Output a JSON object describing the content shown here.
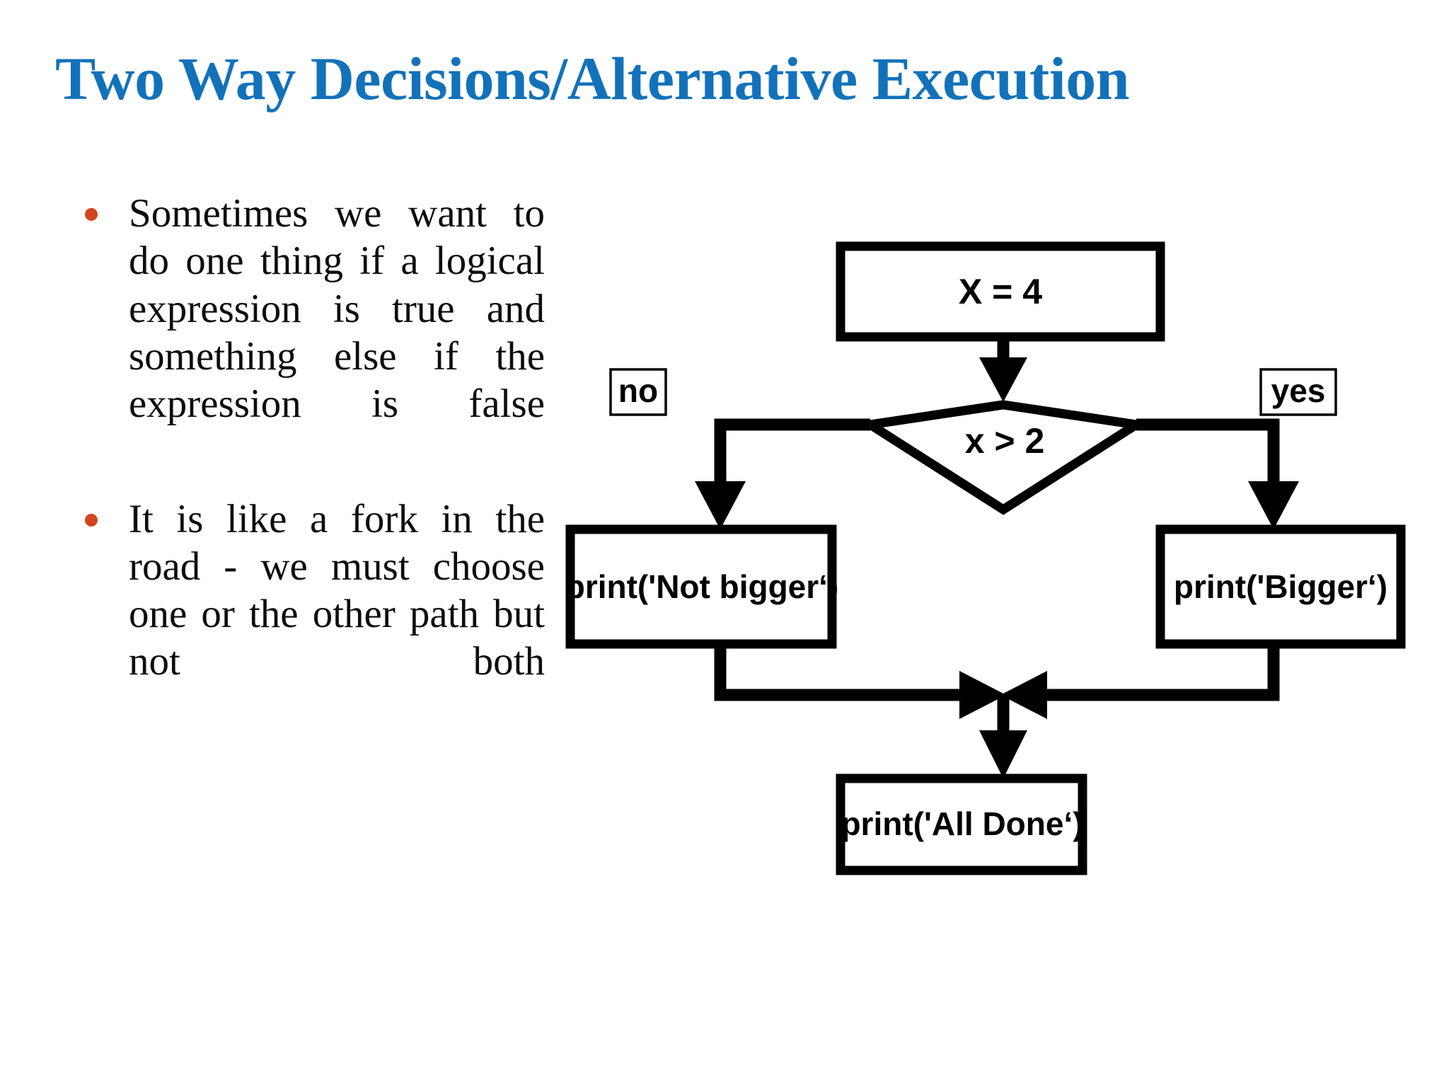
{
  "slide": {
    "title": "Two Way Decisions/Alternative Execution",
    "title_color": "#1272B9",
    "background_color": "#FFFFFF"
  },
  "bullets": {
    "marker_color": "#D0451C",
    "items": [
      {
        "text": "Sometimes we want to do one thing if a logical expression is true and something else if the expression is false"
      },
      {
        "text": "It is like a fork in the road - we must choose one or the other path but not both"
      }
    ]
  },
  "flowchart": {
    "nodes": {
      "assign": {
        "label": "X = 4",
        "shape": "rectangle"
      },
      "decision": {
        "label": "x > 2",
        "shape": "diamond"
      },
      "false_branch": {
        "label": "print('Not bigger‘)",
        "shape": "rectangle"
      },
      "true_branch": {
        "label": "print('Bigger‘)",
        "shape": "rectangle"
      },
      "end": {
        "label": "print('All Done‘)",
        "shape": "rectangle"
      }
    },
    "edge_labels": {
      "left": "no",
      "right": "yes"
    },
    "line_color": "#000000",
    "fill_color": "#FFFFFF"
  }
}
